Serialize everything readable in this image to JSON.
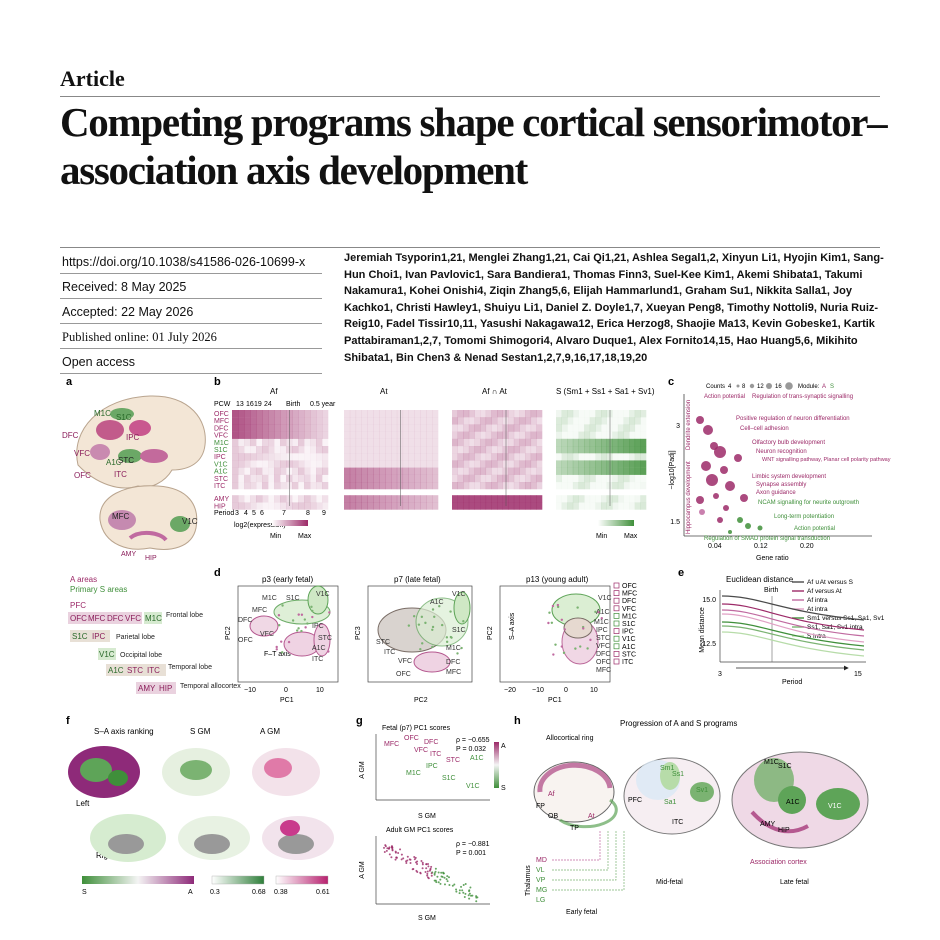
{
  "article_label": "Article",
  "title": "Competing programs shape cortical sensorimotor–association axis development",
  "meta": {
    "doi": "https://doi.org/10.1038/s41586-026-10699-x",
    "received": "Received: 8 May 2025",
    "accepted": "Accepted: 22 May 2026",
    "published": "Published online: 01 July 2026",
    "open_access": "Open access"
  },
  "authors": "Jeremiah Tsyporin1,21, Menglei Zhang1,21, Cai Qi1,21, Ashlea Segal1,2, Xinyun Li1, Hyojin Kim1, Sang-Hun Choi1, Ivan Pavlovic1, Sara Bandiera1, Thomas Finn3, Suel-Kee Kim1, Akemi Shibata1, Takumi Nakamura1, Kohei Onishi4, Ziqin Zhang5,6, Elijah Hammarlund1, Graham Su1, Nikkita Salla1, Joy Kachko1, Christi Hawley1, Shuiyu Li1, Daniel Z. Doyle1,7, Xueyan Peng8, Timothy Nottoli9, Nuria Ruiz-Reig10, Fadel Tissir10,11, Yasushi Nakagawa12, Erica Herzog8, Shaojie Ma13, Kevin Gobeske1, Kartik Pattabiraman1,2,7, Tomomi Shimogori4, Alvaro Duque1, Alex Fornito14,15, Hao Huang5,6, Mikihito Shibata1, Bin Chen3 & Nenad Sestan1,2,7,9,16,17,18,19,20",
  "figure": {
    "panel_letters": [
      "a",
      "b",
      "c",
      "d",
      "e",
      "f",
      "g",
      "h"
    ],
    "a": {
      "regions_lateral": [
        "M1C",
        "S1C",
        "DFC",
        "IPC",
        "VFC",
        "A1C",
        "STC",
        "OFC",
        "ITC"
      ],
      "regions_medial": [
        "MFC",
        "V1C",
        "AMY",
        "HIP"
      ],
      "legend_a_areas": "A areas",
      "legend_s_areas": "Primary S areas",
      "pfc": "PFC",
      "lobes": [
        {
          "chips": [
            "OFC",
            "MFC",
            "DFC",
            "VFC"
          ],
          "extra": "M1C",
          "label": "Frontal lobe"
        },
        {
          "chips": [
            "IPC"
          ],
          "extra": "S1C",
          "label": "Parietal lobe"
        },
        {
          "chips": [],
          "extra": "V1C",
          "label": "Occipital lobe"
        },
        {
          "chips": [
            "STC",
            "ITC"
          ],
          "extra": "A1C",
          "label": "Temporal lobe"
        },
        {
          "chips": [
            "AMY",
            "HIP"
          ],
          "extra": "",
          "label": "Temporal allocortex"
        }
      ]
    },
    "b": {
      "titles": [
        "Af",
        "At",
        "Af ∩ At",
        "S (Sm1 + Ss1 + Sa1 + Sv1)"
      ],
      "pcw": "PCW",
      "pcw_ticks": [
        "13",
        "16",
        "19",
        "24",
        "Birth",
        "0.5 year"
      ],
      "rows": [
        "OFC",
        "MFC",
        "DFC",
        "VFC",
        "M1C",
        "S1C",
        "IPC",
        "V1C",
        "A1C",
        "STC",
        "ITC",
        "AMY",
        "HIP"
      ],
      "period": "Period",
      "period_ticks": [
        "3",
        "4",
        "5",
        "6",
        "7",
        "8",
        "9"
      ],
      "legend_title": "log2(expression)",
      "min": "Min",
      "max": "Max"
    },
    "c": {
      "counts_label": "Counts",
      "count_ticks": [
        "4",
        "8",
        "12",
        "16"
      ],
      "module_label": "Module:",
      "module_values": [
        "A",
        "S"
      ],
      "ylabel": "−log10[Padj]",
      "xlabel": "Gene ratio",
      "xticks": [
        "0.04",
        "0.12",
        "0.20"
      ],
      "yticks": [
        "3",
        "1.5"
      ],
      "side_labels": [
        "Dendrite extension",
        "Hippocampus development"
      ],
      "terms": [
        "Action potential",
        "Regulation of trans-synaptic signalling",
        "Positive regulation of neuron differentiation",
        "Cell–cell adhesion",
        "Olfactory bulb development",
        "Neuron recognition",
        "WNT signalling pathway, Planar cell polarity pathway",
        "Limbic system development",
        "Synapse assembly",
        "Axon guidance",
        "NCAM signalling for neurite outgrowth",
        "Long-term potentiation",
        "Action potential",
        "Regulation of SMAD protein signal transduction"
      ]
    },
    "d": {
      "titles": [
        "p3 (early fetal)",
        "p7 (late fetal)",
        "p13 (young adult)"
      ],
      "axes": [
        "PC1",
        "PC2",
        "PC2",
        "PC3",
        "PC1",
        "PC2"
      ],
      "ft_axis": "F–T axis",
      "sa_axis": "S–A axis",
      "legend": [
        "OFC",
        "MFC",
        "DFC",
        "VFC",
        "M1C",
        "S1C",
        "IPC",
        "V1C",
        "A1C",
        "STC",
        "ITC"
      ],
      "ticks_x": [
        "−10",
        "0",
        "10"
      ],
      "ticks_x3": [
        "−20",
        "−10",
        "0",
        "10"
      ]
    },
    "e": {
      "title": "Euclidean distance",
      "legend": [
        "Af ∪At versus S",
        "Af versus At",
        "Af intra",
        "At intra",
        "Sm1 versus Ss1, Sa1, Sv1",
        "Ss1, Sa1, Sv1 intra",
        "S intra"
      ],
      "ylabel": "Mean distance",
      "xlabel": "Period",
      "birth": "Birth",
      "yticks": [
        "15.0",
        "12.5"
      ],
      "xticks": [
        "3",
        "15"
      ]
    },
    "f": {
      "titles": [
        "S–A axis ranking",
        "S GM",
        "A GM"
      ],
      "left": "Left",
      "right": "Right",
      "scale1": [
        "S",
        "A"
      ],
      "scale2": [
        "0.3",
        "0.68"
      ],
      "scale3": [
        "0.38",
        "0.61"
      ]
    },
    "g": {
      "title1": "Fetal (p7) PC1 scores",
      "stats1": [
        "ρ = −0.655",
        "P = 0.032"
      ],
      "title2": "Adult GM PC1 scores",
      "stats2": [
        "ρ = −0.881",
        "P = 0.001"
      ],
      "ylabel": "A GM",
      "xlabel": "S GM",
      "labels": [
        "MFC",
        "OFC",
        "DFC",
        "VFC",
        "ITC",
        "STC",
        "A1C",
        "IPC",
        "M1C",
        "S1C",
        "V1C"
      ],
      "scale": [
        "A",
        "S"
      ]
    },
    "h": {
      "title": "Progression of A and S programs",
      "stages": [
        "Early fetal",
        "Mid-fetal",
        "Late fetal"
      ],
      "allocortical_ring": "Allocortical ring",
      "thalamus": "Thalamus",
      "thal_nuclei": [
        "MD",
        "VL",
        "VP",
        "MG",
        "LG"
      ],
      "labels_early": [
        "Af",
        "FP",
        "OB",
        "TP",
        "At"
      ],
      "labels_mid": [
        "Sm1",
        "Ss1",
        "PFC",
        "Sa1",
        "Sv1",
        "ITC"
      ],
      "labels_late": [
        "M1C",
        "S1C",
        "A1C",
        "V1C",
        "AMY",
        "HIP"
      ],
      "association_cortex": "Association cortex"
    },
    "colors": {
      "magenta": "#a3306f",
      "green": "#4f9a46",
      "pink_light": "#e9b9d4",
      "green_light": "#b9dcae"
    }
  }
}
